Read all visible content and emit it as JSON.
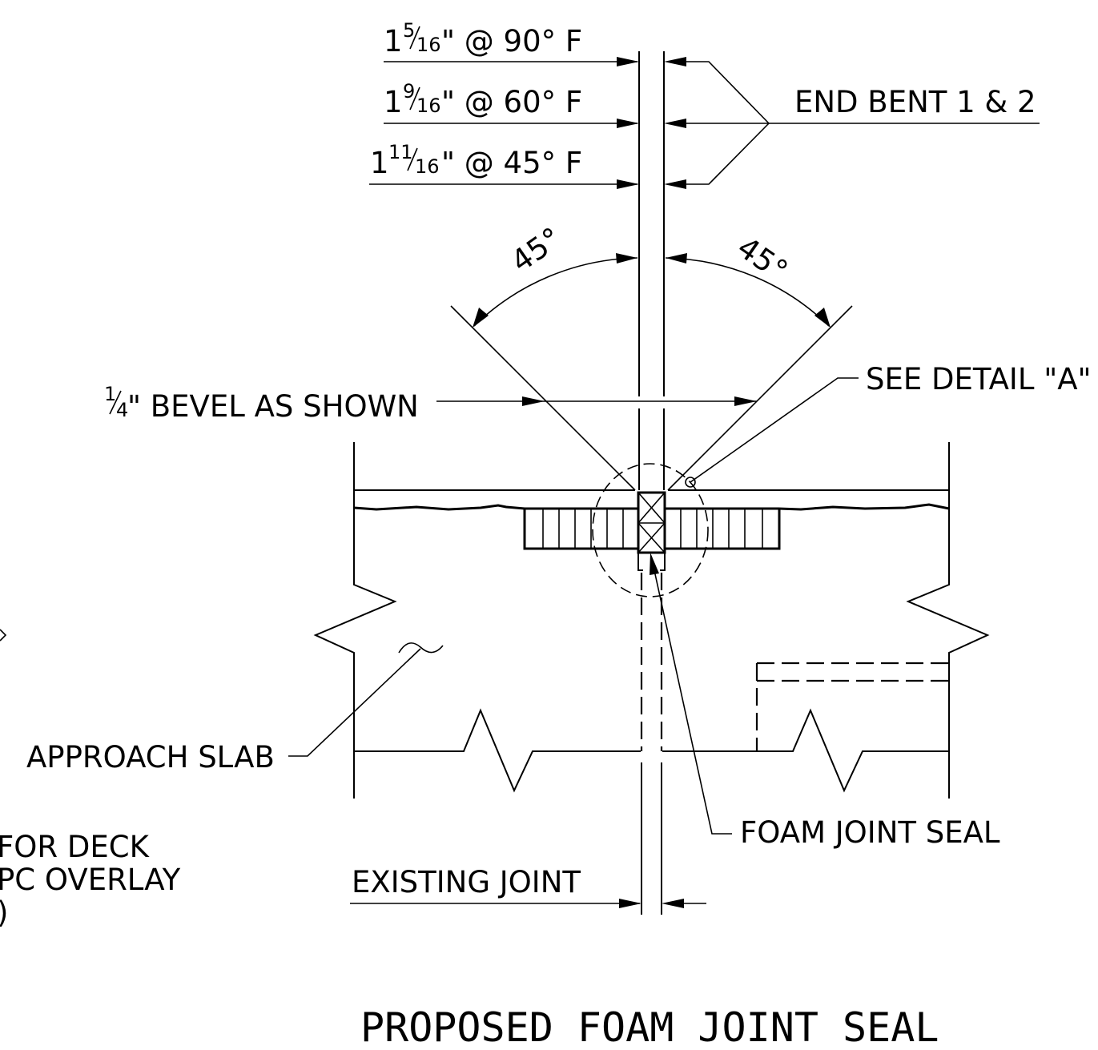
{
  "dims": [
    {
      "whole": "1",
      "num": "5",
      "den": "16",
      "rest": "\" @ 90° F"
    },
    {
      "whole": "1",
      "num": "9",
      "den": "16",
      "rest": "\" @ 60° F"
    },
    {
      "whole": "1",
      "num": "11",
      "den": "16",
      "rest": "\" @ 45° F"
    }
  ],
  "labels": {
    "end_bent": "END BENT 1 & 2",
    "angle_left": "45°",
    "angle_right": "45°",
    "see_detail": "SEE DETAIL \"A\"",
    "bevel_num": "1",
    "bevel_den": "4",
    "bevel_rest": "\" BEVEL AS SHOWN",
    "approach_slab": "APPROACH SLAB",
    "foam_joint_seal": "FOAM JOINT SEAL",
    "existing_joint": "EXISTING JOINT",
    "cut_off_line1": "FOR DECK",
    "cut_off_line2": "PC OVERLAY",
    "cut_off_line3": ")"
  },
  "title": "PROPOSED FOAM JOINT SEAL"
}
